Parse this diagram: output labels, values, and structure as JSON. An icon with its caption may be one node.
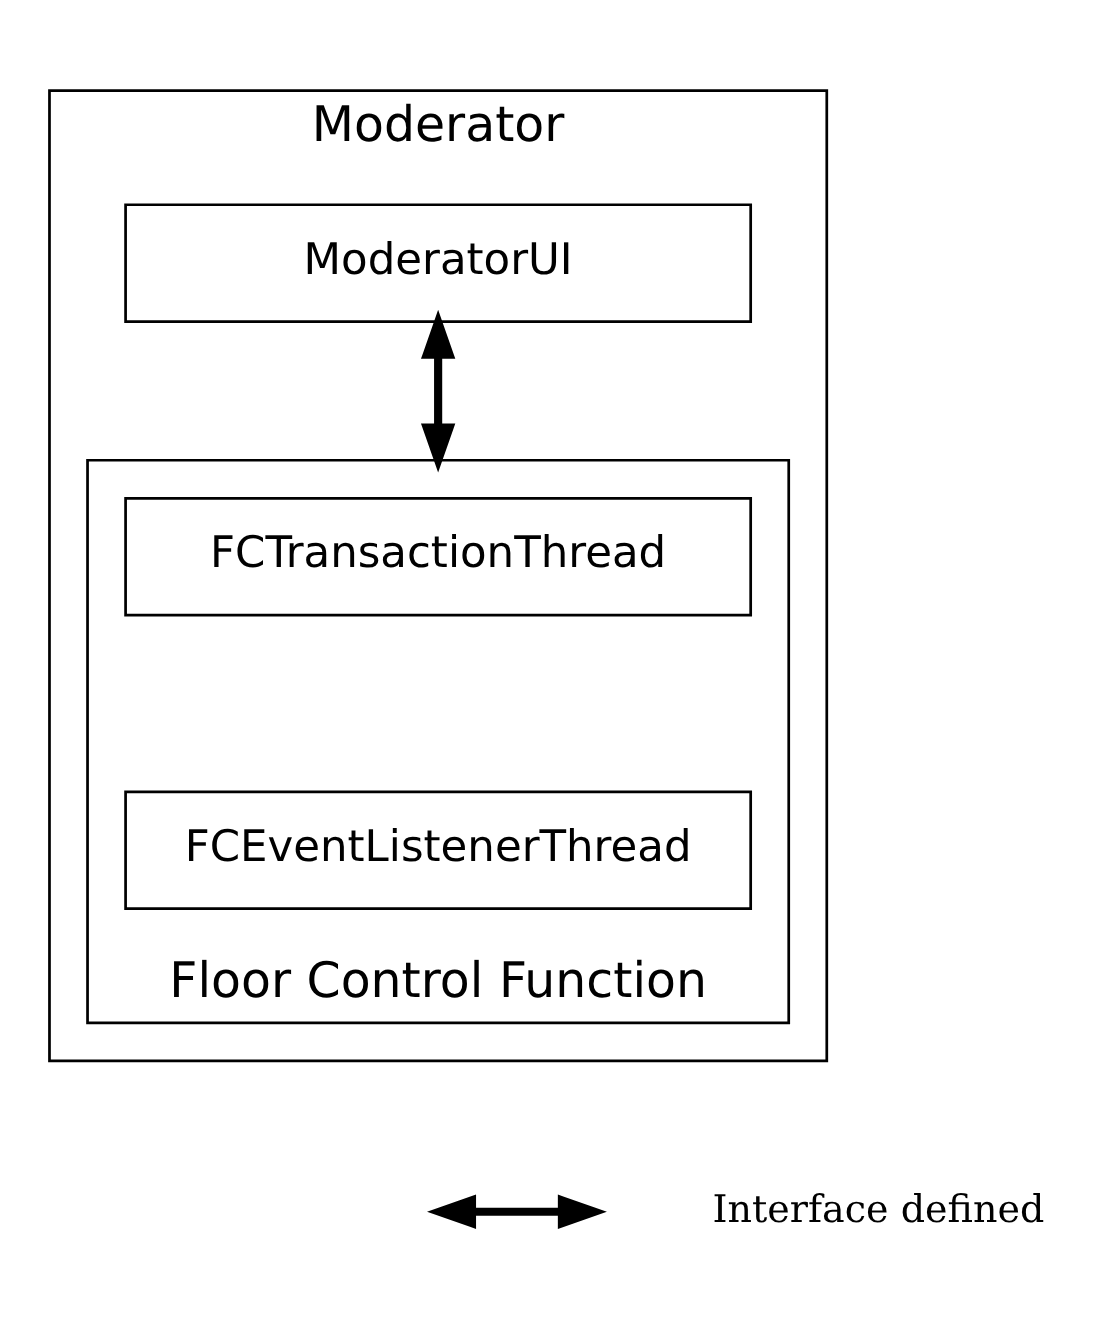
{
  "diagram": {
    "nodes": [
      {
        "text": [
          "Moderator"
        ]
      },
      {
        "text": [
          "ModeratorUI"
        ],
        "in": 0
      },
      {
        "text": [
          "Floor Control Function"
        ],
        "in": 0
      },
      {
        "text": [
          "FCTransactionThread"
        ],
        "in": 2
      },
      {
        "text": [
          "FCEventListenerThread"
        ],
        "in": 2
      }
    ],
    "edges": [
      {
        "from": 1,
        "to": 2,
        "arrow": "both"
      }
    ],
    "legend": [
      {
        "text": "Interface defined"
      }
    ]
  }
}
